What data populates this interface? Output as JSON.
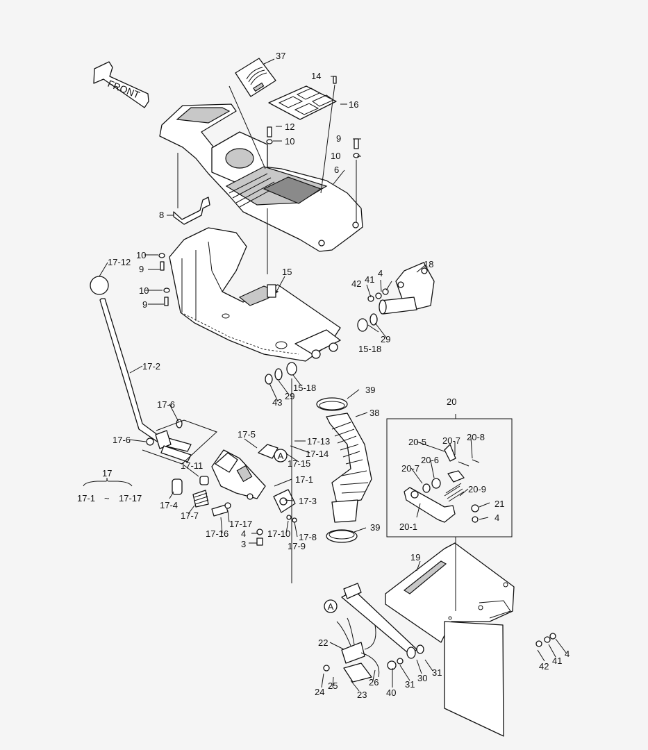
{
  "front_label": "FRONT",
  "callout_a": "A",
  "group_17": {
    "number": "17",
    "from": "17-1",
    "tilde": "~",
    "to": "17-17"
  },
  "labels": [
    "37",
    "14",
    "16",
    "12",
    "10",
    "9",
    "10",
    "6",
    "8",
    "10",
    "9",
    "10",
    "9",
    "15",
    "17-12",
    "18",
    "42",
    "41",
    "4",
    "29",
    "15-18",
    "17-2",
    "43",
    "29",
    "15-18",
    "39",
    "38",
    "20",
    "17-6",
    "17-6",
    "17-5",
    "17-13",
    "17-14",
    "17-15",
    "20-5",
    "20-7",
    "20-8",
    "20-6",
    "20-7",
    "20-9",
    "17-11",
    "17-1",
    "17-4",
    "17-7",
    "17-3",
    "21",
    "4",
    "20-1",
    "17-17",
    "17-16",
    "4",
    "17-10",
    "17-8",
    "17-9",
    "3",
    "39",
    "19",
    "22",
    "24",
    "25",
    "23",
    "26",
    "40",
    "31",
    "30",
    "31",
    "42",
    "41",
    "4"
  ]
}
